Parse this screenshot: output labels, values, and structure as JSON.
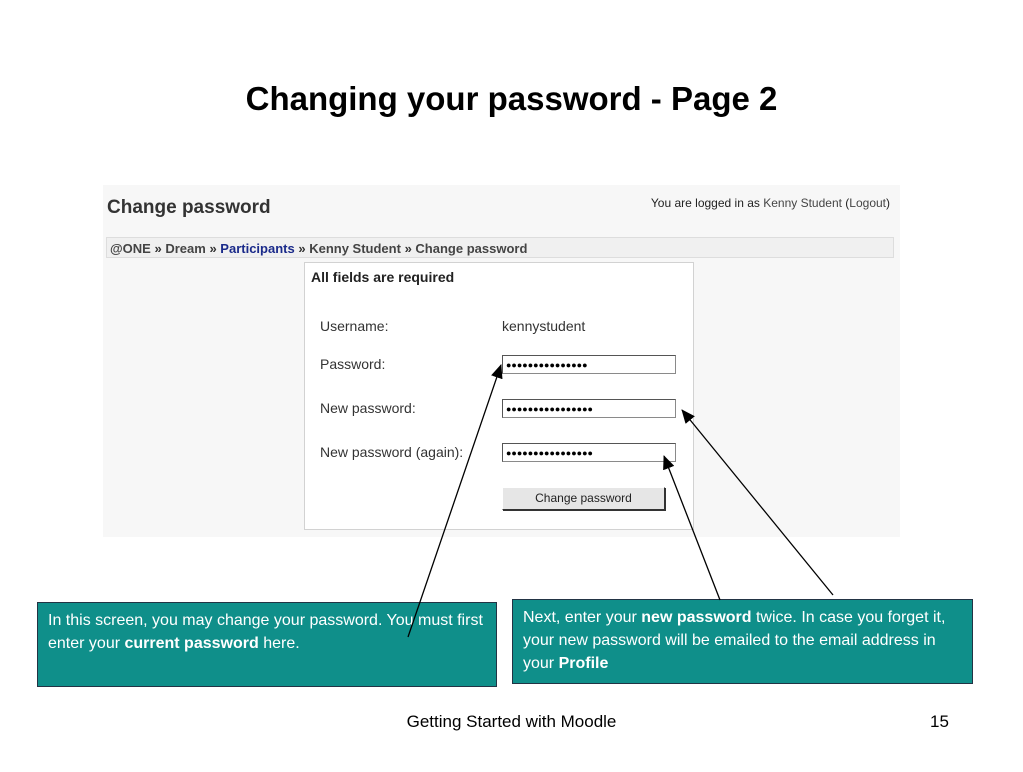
{
  "slide": {
    "title": "Changing your password - Page 2",
    "footer": "Getting Started with Moodle",
    "page_number": "15"
  },
  "moodle": {
    "page_title": "Change password",
    "login": {
      "prefix": "You are logged in as",
      "user": "Kenny Student",
      "open": "(",
      "logout": "Logout",
      "close": ")"
    },
    "breadcrumb": [
      "@ONE",
      "Dream",
      "Participants",
      "Kenny Student",
      "Change password"
    ],
    "breadcrumb_sep": "»",
    "form": {
      "required_note": "All fields are required",
      "username_label": "Username:",
      "username_value": "kennystudent",
      "password_label": "Password:",
      "password_mask": "●●●●●●●●●●●●●●●",
      "new_password_label": "New password:",
      "new_password_mask": "●●●●●●●●●●●●●●●●",
      "new_password_again_label": "New password (again):",
      "new_password_again_mask": "●●●●●●●●●●●●●●●●",
      "submit_label": "Change password"
    }
  },
  "callouts": {
    "left": {
      "pre": "In this screen, you may change your password. You must first enter your ",
      "bold": "current password",
      "post": " here."
    },
    "right": {
      "pre": "Next, enter your ",
      "bold1": "new password",
      "mid": " twice. In case you forget it, your new password will be emailed to the email address in your ",
      "bold2": "Profile"
    }
  },
  "colors": {
    "callout_bg": "#0f8f8a",
    "breadcrumb_link": "#1a2a8a"
  }
}
